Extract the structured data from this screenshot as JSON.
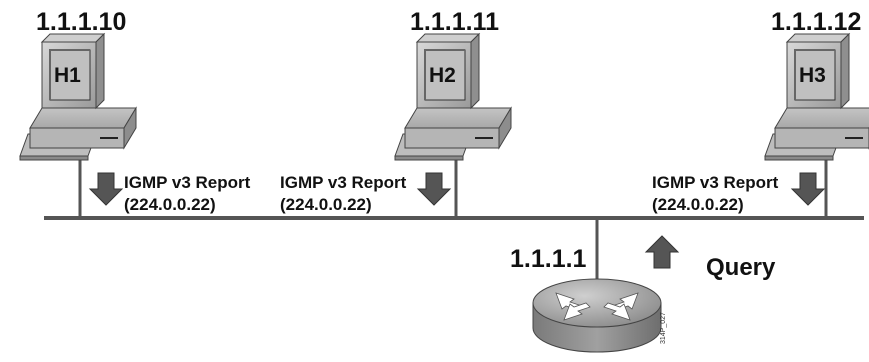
{
  "hosts": [
    {
      "ip": "1.1.1.10",
      "name": "H1",
      "report_line1": "IGMP v3 Report",
      "report_line2": "(224.0.0.22)"
    },
    {
      "ip": "1.1.1.11",
      "name": "H2",
      "report_line1": "IGMP v3 Report",
      "report_line2": "(224.0.0.22)"
    },
    {
      "ip": "1.1.1.12",
      "name": "H3",
      "report_line1": "IGMP v3 Report",
      "report_line2": "(224.0.0.22)"
    }
  ],
  "router": {
    "ip": "1.1.1.1",
    "query_label": "Query",
    "figure_code": "314P_027"
  },
  "icons": [
    "computer-icon",
    "router-icon",
    "down-arrow-icon",
    "up-arrow-icon"
  ],
  "colors": {
    "line": "#555555",
    "arrow": "#555555",
    "monitor": "#c8c8c8",
    "router_top": "#a9a9a9"
  }
}
